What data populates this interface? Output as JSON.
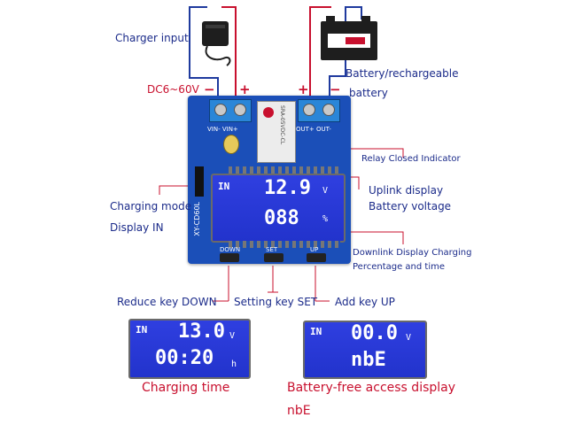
{
  "labels": {
    "charger_input": "Charger input",
    "dc_range": "DC6~60V",
    "battery_line1": "Battery/rechargeable",
    "battery_line2": "battery",
    "relay_closed": "Relay Closed Indicator",
    "charging_mode": "Charging mode",
    "display_in": "Display IN",
    "uplink_display": "Uplink display",
    "battery_voltage": "Battery voltage",
    "downlink_line1": "Downlink Display Charging",
    "downlink_line2": "Percentage and time",
    "reduce_key": "Reduce key DOWN",
    "setting_key": "Setting key SET",
    "add_key": "Add key UP",
    "charging_time": "Charging time",
    "battery_free_line1": "Battery-free access display",
    "battery_free_line2": "nbE",
    "minus": "−",
    "plus": "+"
  },
  "board": {
    "terminal_in_label": "VIN- VIN+",
    "terminal_out_label": "OUT+ OUT-",
    "model": "XY-CD60L",
    "relay_text": "SRA-05VDC-CL",
    "btn_down": "DOWN",
    "btn_set": "SET",
    "btn_up": "UP"
  },
  "lcd_main": {
    "in": "IN",
    "top_value": "12.9",
    "top_unit": "V",
    "bottom_value": "088",
    "bottom_unit": "%"
  },
  "lcd_time": {
    "in": "IN",
    "top_value": "13.0",
    "top_unit": "V",
    "bottom_value": "00:20",
    "bottom_unit": "h"
  },
  "lcd_nbe": {
    "in": "IN",
    "top_value": "00.0",
    "top_unit": "V",
    "bottom_value": "nbE"
  },
  "colors": {
    "accent_red": "#c8102e",
    "label_blue": "#1b2b8a",
    "wire_blue": "#1f3a9e",
    "board_blue": "#1b4fb8",
    "lcd_blue": "#2233cc"
  }
}
